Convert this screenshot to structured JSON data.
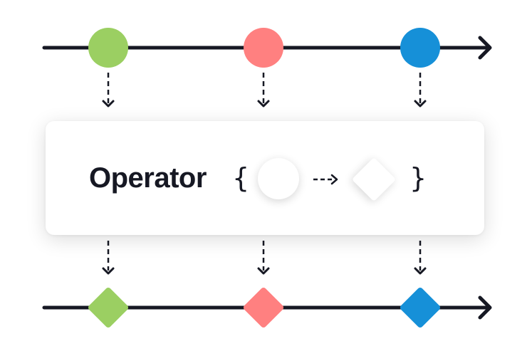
{
  "operator": {
    "title": "Operator",
    "brace_open": "{",
    "brace_close": "}",
    "input_shape": "circle",
    "output_shape": "diamond"
  },
  "input_stream": {
    "marble_shape": "circle",
    "marbles": [
      {
        "color": "#9BCF62"
      },
      {
        "color": "#FF8080"
      },
      {
        "color": "#1690D8"
      }
    ]
  },
  "output_stream": {
    "marble_shape": "diamond",
    "marbles": [
      {
        "color": "#9BCF62"
      },
      {
        "color": "#FF8080"
      },
      {
        "color": "#1690D8"
      }
    ]
  },
  "colors": {
    "line": "#161823",
    "box_background": "#FFFFFF"
  }
}
